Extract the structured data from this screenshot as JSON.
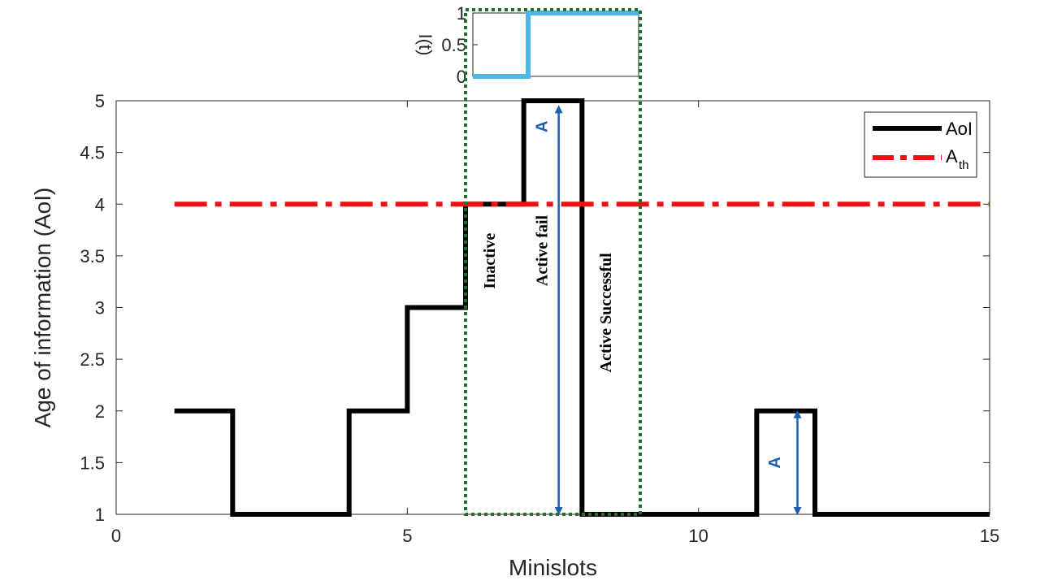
{
  "chart_data": [
    {
      "type": "line",
      "xlabel": "Minislots",
      "ylabel": "Age of information (AoI)",
      "xlim": [
        0,
        15
      ],
      "ylim": [
        1,
        5
      ],
      "xticks": [
        "0",
        "5",
        "10",
        "15"
      ],
      "yticks": [
        "1",
        "1.5",
        "2",
        "2.5",
        "3",
        "3.5",
        "4",
        "4.5",
        "5"
      ],
      "grid": false,
      "legend_position": "top-right",
      "series": [
        {
          "name": "AoI",
          "style": "solid-stairs",
          "color": "#000000",
          "x": [
            1,
            2,
            2,
            4,
            4,
            5,
            5,
            6,
            6,
            7,
            7,
            8,
            8,
            11,
            11,
            12,
            12,
            15
          ],
          "y": [
            2,
            2,
            1,
            1,
            2,
            2,
            3,
            3,
            4,
            4,
            5,
            5,
            1,
            1,
            2,
            2,
            1,
            1
          ]
        },
        {
          "name": "A",
          "name_subscript": "th",
          "style": "dash-dot",
          "color": "#ee1111",
          "x": [
            1,
            15
          ],
          "y": [
            4,
            4
          ]
        }
      ],
      "annotations": [
        {
          "text": "Inactive",
          "x": 6.5,
          "y": 3.45
        },
        {
          "text": "Active fail",
          "x": 7.4,
          "y": 3.55
        },
        {
          "text": "Active  Successful",
          "x": 8.5,
          "y": 2.95
        },
        {
          "text": "A",
          "x": 7.4,
          "y": 4.75,
          "arrow_from": 1,
          "arrow_to": 4.95,
          "arrow_x": 7.6
        },
        {
          "text": "A",
          "x": 11.4,
          "y": 1.5,
          "arrow_from": 1,
          "arrow_to": 2,
          "arrow_x": 11.7
        }
      ],
      "highlight_box": {
        "x0": 6,
        "x1": 9,
        "color": "#1f6e2e",
        "style": "dotted"
      }
    },
    {
      "type": "line",
      "ylabel": "I(t)",
      "xlim": [
        6,
        9
      ],
      "ylim": [
        0,
        1
      ],
      "yticks": [
        "0",
        "0.5",
        "1"
      ],
      "series": [
        {
          "name": "",
          "style": "solid-stairs",
          "color": "#4cb7ea",
          "x": [
            6,
            7,
            7,
            9
          ],
          "y": [
            0,
            0,
            1,
            1
          ]
        }
      ]
    }
  ],
  "colors": {
    "aoi": "#000000",
    "threshold": "#ee1111",
    "indicator": "#4cb7ea",
    "arrow": "#1a5fb4",
    "box": "#1f6e2e",
    "axis": "#262626"
  }
}
